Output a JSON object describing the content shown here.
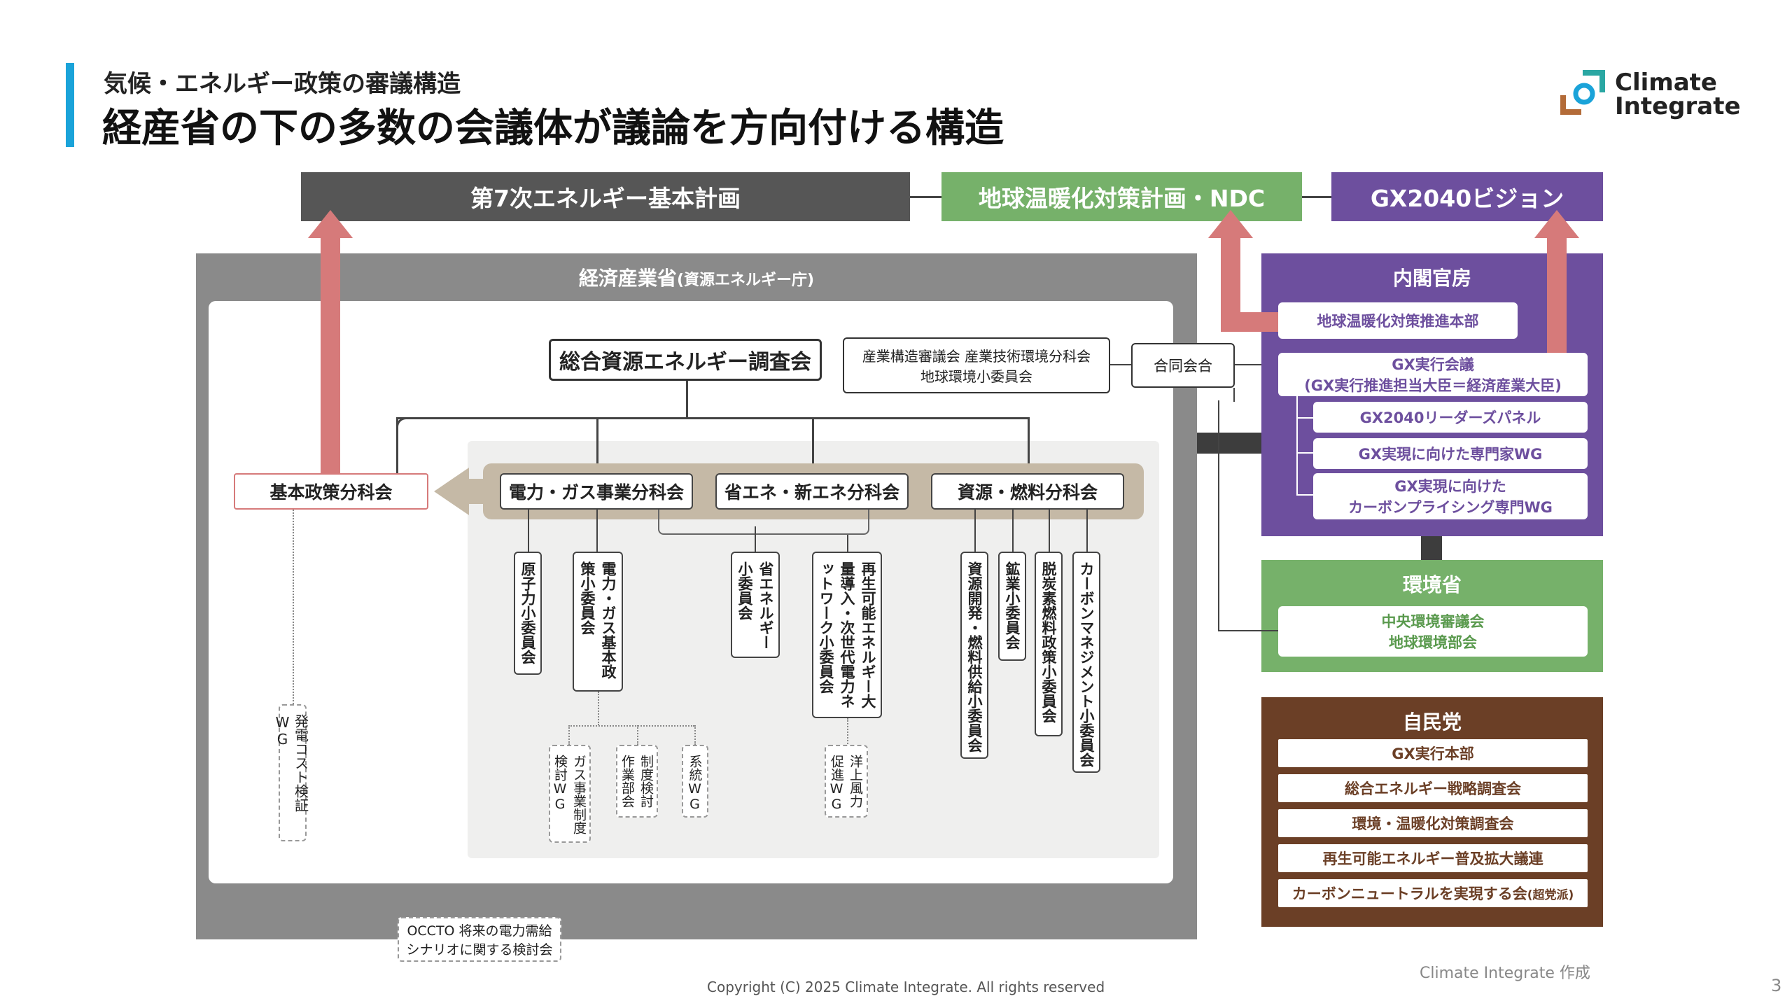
{
  "header": {
    "subtitle": "気候・エネルギー政策の審議構造",
    "title": "経産省の下の多数の会議体が議論を方向付ける構造"
  },
  "logo": {
    "line1": "Climate",
    "line2": "Integrate"
  },
  "top_plans": {
    "basic_plan": "第7次エネルギー基本計画",
    "ndc": "地球温暖化対策計画・NDC",
    "gx2040": "GX2040ビジョン"
  },
  "meti": {
    "title": "経済産業省",
    "title_sub": "(資源エネルギー庁)",
    "main_council": "総合資源エネルギー調査会",
    "industrial_council_1": "産業構造審議会 産業技術環境分科会",
    "industrial_council_2": "地球環境小委員会",
    "joint_meeting": "合同会合",
    "basic_policy": "基本政策分科会",
    "cost_wg": "発電コスト検証WG",
    "subcommittees": [
      "電力・ガス事業分科会",
      "省エネ・新エネ分科会",
      "資源・燃料分科会"
    ],
    "small_committees": [
      "原子力小委員会",
      "電力・ガス基本政策小委員会",
      "省エネルギー小委員会",
      "再生可能エネルギー大量導入・次世代電力ネットワーク小委員会",
      "資源開発・燃料供給小委員会",
      "鉱業小委員会",
      "脱炭素燃料政策小委員会",
      "カーボンマネジメント小委員会"
    ],
    "sub_wgs": [
      "ガス事業制度検討WG",
      "制度検討作業部会",
      "系統WG"
    ],
    "offshore_wg": "洋上風力促進WG"
  },
  "occto": {
    "line1": "OCCTO 将来の電力需給",
    "line2": "シナリオに関する検討会"
  },
  "cabinet": {
    "title": "内閣官房",
    "hq": "地球温暖化対策推進本部",
    "gx_council_1": "GX実行会議",
    "gx_council_2": "(GX実行推進担当大臣＝経済産業大臣)",
    "panels": [
      "GX2040リーダーズパネル",
      "GX実現に向けた専門家WG"
    ],
    "carbon_wg_1": "GX実現に向けた",
    "carbon_wg_2": "カーボンプライシング専門WG"
  },
  "env": {
    "title": "環境省",
    "council_1": "中央環境審議会",
    "council_2": "地球環境部会"
  },
  "ldp": {
    "title": "自民党",
    "items": [
      "GX実行本部",
      "総合エネルギー戦略調査会",
      "環境・温暖化対策調査会",
      "再生可能エネルギー普及拡大議連",
      "カーボンニュートラルを実現する会"
    ],
    "last_suffix": "(超党派)"
  },
  "footer": {
    "credit": "Climate Integrate 作成",
    "copyright": "Copyright (C) 2025 Climate Integrate. All rights reserved",
    "page": "3"
  },
  "colors": {
    "accent_bar": "#1aa3d9",
    "basic_plan": "#565656",
    "ndc": "#76b16a",
    "gx": "#6d4f9e",
    "arrow": "#d67a7a",
    "meti_gray": "#8a8a8a",
    "ldp_brown": "#6b3f26"
  }
}
